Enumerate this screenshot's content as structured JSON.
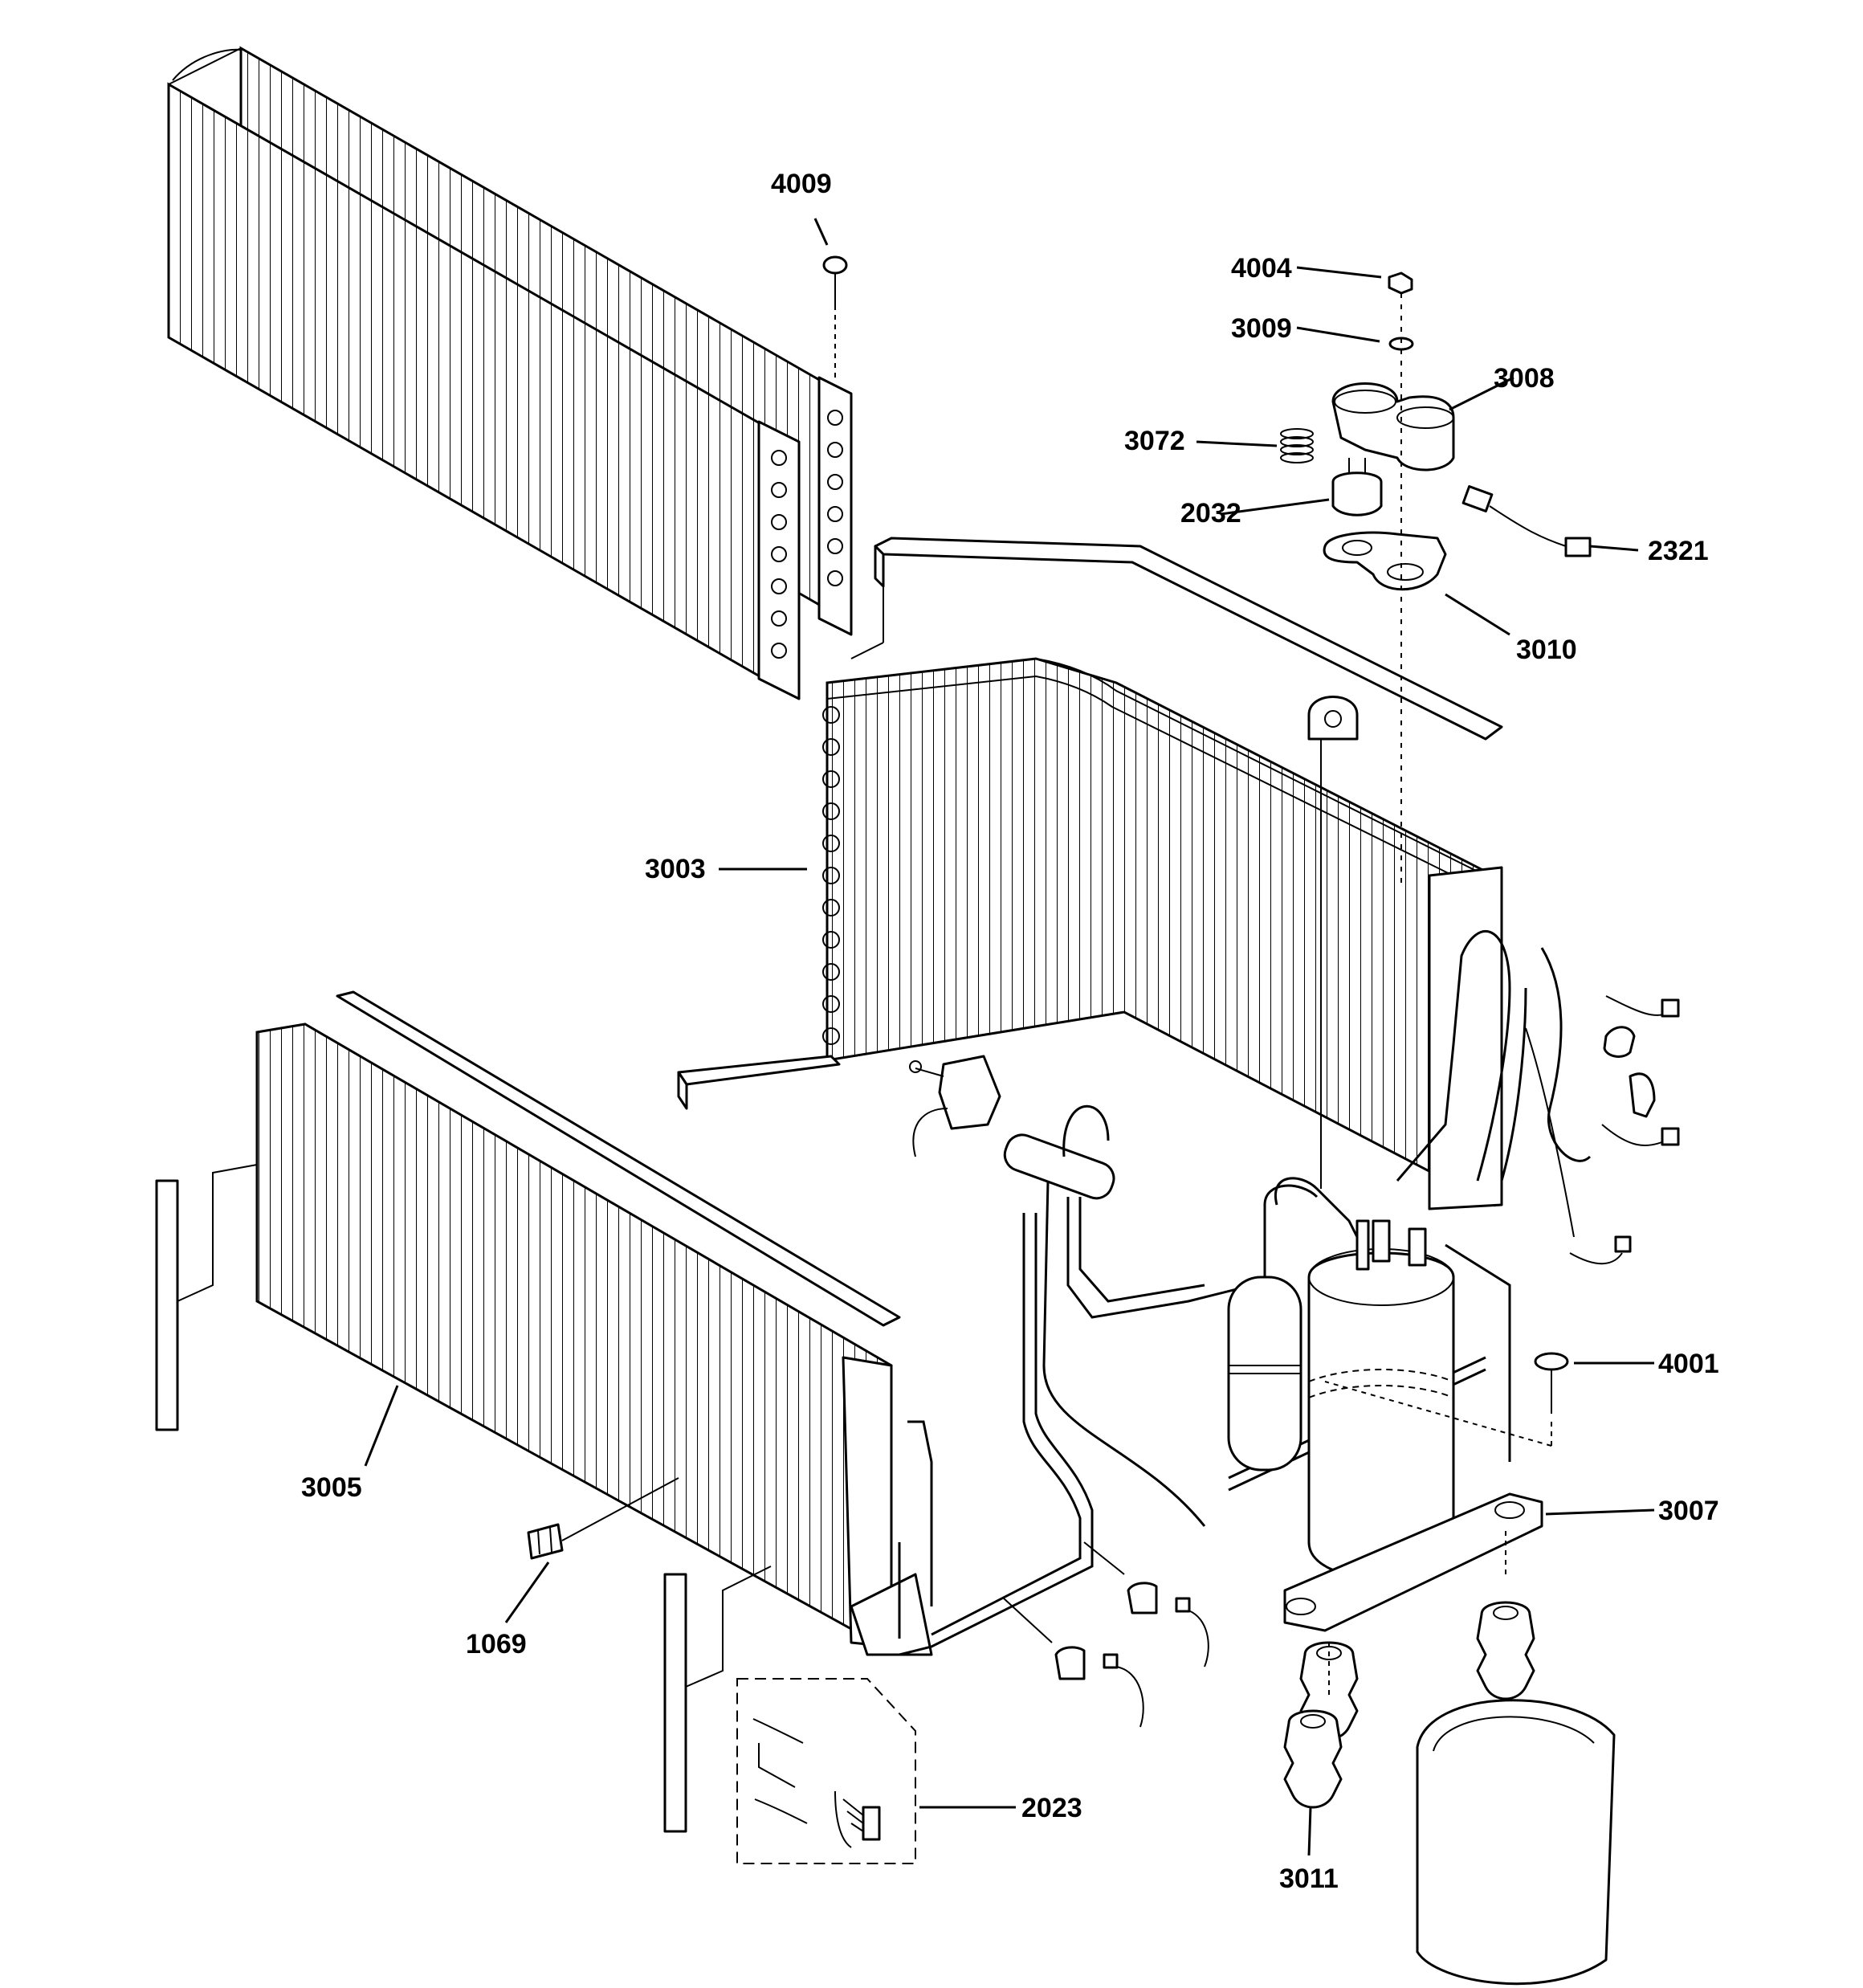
{
  "diagram": {
    "callouts": [
      {
        "id": "4009",
        "text": "4009"
      },
      {
        "id": "4004",
        "text": "4004"
      },
      {
        "id": "3009",
        "text": "3009"
      },
      {
        "id": "3008",
        "text": "3008"
      },
      {
        "id": "3072",
        "text": "3072"
      },
      {
        "id": "2032",
        "text": "2032"
      },
      {
        "id": "2321",
        "text": "2321"
      },
      {
        "id": "3010",
        "text": "3010"
      },
      {
        "id": "3003",
        "text": "3003"
      },
      {
        "id": "4001",
        "text": "4001"
      },
      {
        "id": "3007",
        "text": "3007"
      },
      {
        "id": "3005",
        "text": "3005"
      },
      {
        "id": "1069",
        "text": "1069"
      },
      {
        "id": "2023",
        "text": "2023"
      },
      {
        "id": "3011",
        "text": "3011"
      }
    ],
    "colors": {
      "ink": "#000000",
      "paper": "#ffffff"
    }
  }
}
